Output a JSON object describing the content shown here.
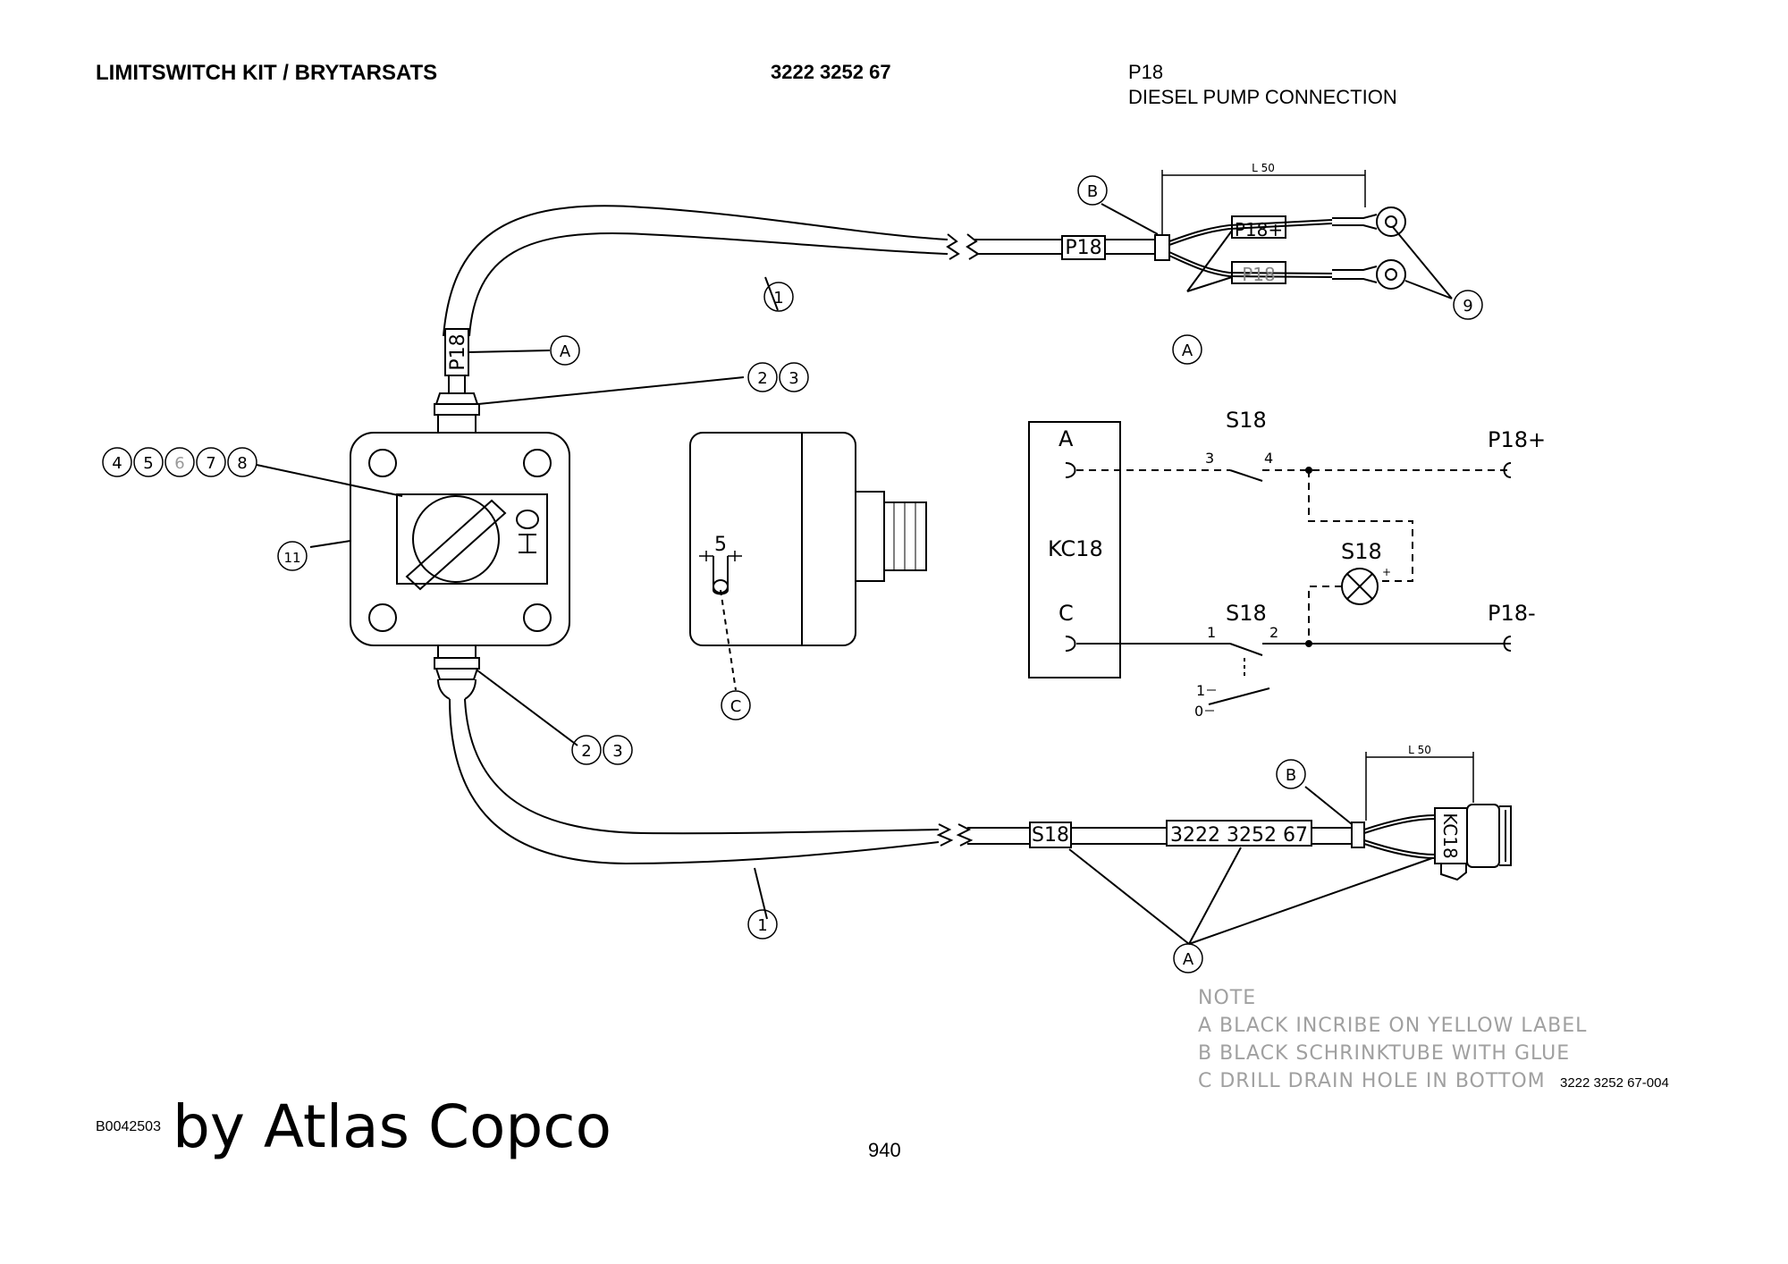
{
  "header": {
    "title": "LIMITSWITCH KIT / BRYTARSATS",
    "part_number": "3222 3252 67",
    "code": "P18",
    "description": "DIESEL PUMP CONNECTION"
  },
  "labels": {
    "cable_top_tag": "P18",
    "cable_vertical_tag": "P18",
    "wire_plus_tag": "P18+",
    "wire_minus_tag": "P18",
    "dim_top": "L 50",
    "dim_bottom": "L 50",
    "cable_bottom_tag": "S18",
    "cable_bottom_part": "3222 3252 67",
    "connector_tag": "KC18",
    "switch_zero": "0",
    "switch_one": "I",
    "drain_dim": "5"
  },
  "callouts": {
    "b_top": "B",
    "a_cable": "A",
    "a_top": "A",
    "nine": "9",
    "one_top": "1",
    "two_top": "2",
    "three_top": "3",
    "four": "4",
    "five": "5",
    "six": "6",
    "seven": "7",
    "eight": "8",
    "eleven": "11",
    "c_drain": "C",
    "two_bottom": "2",
    "three_bottom": "3",
    "b_bottom": "B",
    "one_bottom": "1",
    "a_bottom": "A"
  },
  "schematic": {
    "pin_a": "A",
    "pin_c": "C",
    "connector": "KC18",
    "switch_top": "S18",
    "switch_bottom": "S18",
    "lamp": "S18",
    "out_plus": "P18+",
    "out_minus": "P18-",
    "contact_3": "3",
    "contact_4": "4",
    "contact_1": "1",
    "contact_2": "2",
    "lamp_plus": "+",
    "pos_1": "1",
    "pos_0": "0"
  },
  "notes": {
    "title": "NOTE",
    "a": "A   BLACK INCRIBE ON YELLOW LABEL",
    "b": "B   BLACK SCHRINKTUBE WITH GLUE",
    "c": "C   DRILL DRAIN HOLE IN BOTTOM"
  },
  "footer": {
    "drawing_number": "3222 3252 67-004",
    "image_code": "B0042503",
    "byline": "by Atlas Copco",
    "page": "940"
  }
}
